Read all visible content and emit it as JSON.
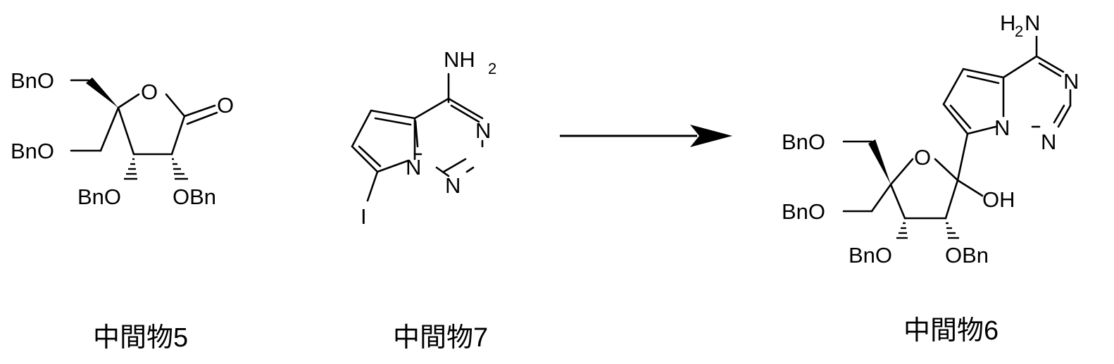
{
  "scheme": {
    "compound_5": {
      "caption": "中間物5",
      "labels": {
        "o_ring": "O",
        "o_carbonyl": "O",
        "bno_top": "BnO",
        "bno_mid": "BnO",
        "bno_c3": "BnO",
        "obn_c2": "OBn"
      }
    },
    "compound_7": {
      "caption": "中間物7",
      "labels": {
        "nh": "NH",
        "h_sub": "2",
        "n_right": "N",
        "n_bridge": "N",
        "n_bottom": "N",
        "iodo": "I"
      }
    },
    "compound_6": {
      "caption": "中間物6",
      "labels": {
        "h": "H",
        "h_sub": "2",
        "n_amine": "N",
        "n_right": "N",
        "n_bridge": "N",
        "n_bottom": "N",
        "o_ring": "O",
        "oh": "OH",
        "bno_top": "BnO",
        "bno_mid": "BnO",
        "bno_c3": "BnO",
        "obn_c2": "OBn"
      }
    },
    "arrow": {
      "direction": "right"
    }
  }
}
